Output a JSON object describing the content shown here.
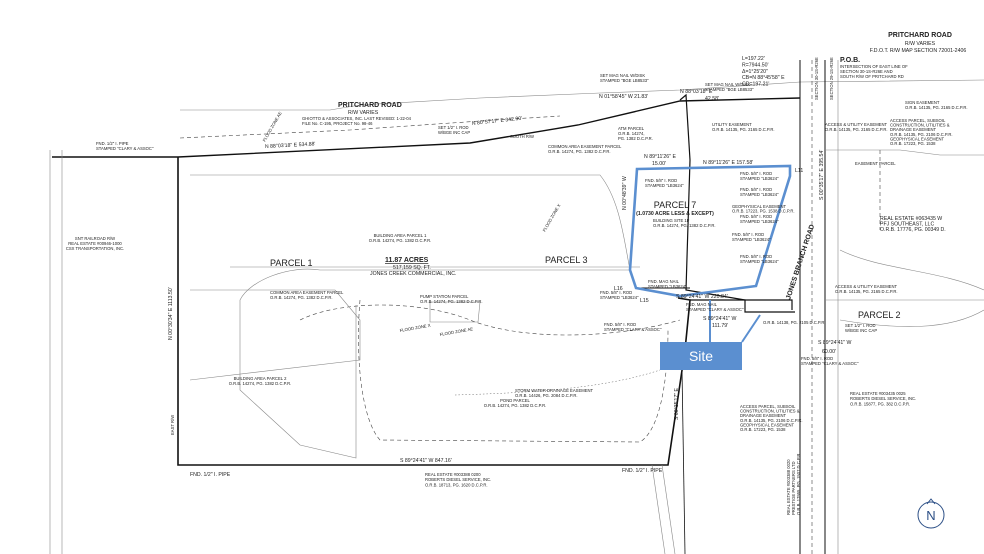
{
  "colors": {
    "highlight": "#5b8fd0",
    "site_box": "#5b8fd0",
    "north": "#2c4f86",
    "lines": "#111111"
  },
  "labels": {
    "pritchard_right": "PRITCHARD ROAD",
    "rw_varies_right": "R/W VARIES",
    "fdot_map": "F.D.O.T. R/W MAP SECTION 72001-2406",
    "pob": "P.O.B.",
    "pob_desc": [
      "INTERSECTION OF EAST LINE OF",
      "SECTION 30-1S-R26E AND",
      "SOUTH R/W OF PRITCHARD RD"
    ],
    "curve": [
      "L=197.22'",
      "R=7944.50'",
      "Δ=1°25'20\"",
      "CB=N 88°45'58\" E",
      "CD=197.21'"
    ],
    "set_mag_nail_top": [
      "SET MAG NAIL W/DISK",
      "STAMPED \"BGE LB8533\""
    ],
    "n01": "N 01°58'45\" W  21.83'",
    "n88_a": "N 88°03'18\" E",
    "n88_a_dist": "42.58'",
    "set_mag_nail_right": [
      "SET MAG NAIL W/DISK",
      "STAMPED \"BGE LB8533\""
    ],
    "pritchard_left": "PRITCHARD ROAD",
    "rw_varies_left": "R/W VARIES",
    "ghiotto": [
      "GHIOTTO & ASSOCIATES, INC. LAST REVISED: 1-22-04",
      "FILE No. C-195, PROJECT No. 98-46"
    ],
    "set_iron_cap": [
      "SET 1/2\" I. ROD",
      "W/BGE INC CAP"
    ],
    "n80": "N 80°57'17\" E  342.90'",
    "south_rw": "SOUTH R/W",
    "n88_b": "N 88°03'18\" E  534.88'",
    "fnd_pipe_top": [
      "FND. 1/2\" I. PIPE",
      "STAMPED \"CLARY & ASSOC\""
    ],
    "common_area_easement_top": [
      "COMMON AREA EASEMENT PARCEL",
      "O.R.B. 14274, PG. 1382 D.C.P.R."
    ],
    "atm_parcel": [
      "ATM PARCEL",
      "O.R.B. 14274,",
      "PG. 1382 D.C.P.R."
    ],
    "n89": "N 89°11'26\" E",
    "n89_dist": "15.00'",
    "n89_b": "N 89°11'26\" E  157.58'",
    "parcel7": "PARCEL 7",
    "parcel7_sub": "(1.0730 ACRE LESS & EXCEPT)",
    "parcel7_detail": [
      "BUILDING SITE 1F",
      "O.R.B. 14274, PG. 1382 D.C.P.R."
    ],
    "jones_branch": "JONES BRANCH ROAD",
    "section_east": "SECTION 30-1S-R26E",
    "section_west": "SECTION 29-1S-R26E",
    "s00": "S 00°35'17\" E  395.54'",
    "fnd_rod_blocks": [
      [
        "FND. 5/8\" I. ROD",
        "STAMPED \"LB3624\""
      ],
      [
        "FND. 5/8\" I. ROD",
        "STAMPED \"LB3624\""
      ],
      [
        "FND. 5/8\" I. ROD",
        "STAMPED \"LB3624\""
      ],
      [
        "FND. 5/8\" I. ROD",
        "STAMPED \"LB3624\""
      ],
      [
        "FND. 5/8\" I. ROD",
        "STAMPED \"LB3624\""
      ],
      [
        "FND. 5/8\" I. ROD",
        "STAMPED \"LB3624\""
      ]
    ],
    "geo_easement": [
      "GEOPHYSICAL EASEMENT",
      "O.R.B. 17223, PG. 1538 D.C.P.R."
    ],
    "l11": "L11",
    "parcel1": "PARCEL 1",
    "parcel3": "PARCEL 3",
    "parcel2": "PARCEL 2",
    "acres": "11.87 ACRES",
    "sqft": "517,159 SQ. FT.",
    "owner": "JONES CREEK COMMERCIAL, INC.",
    "bldg_parcel1": [
      "BUILDING AREA PARCEL 1",
      "O.R.B. 14274, PG. 1382 D.C.P.R."
    ],
    "rail_estate": [
      "SNT RAILROAD R/W",
      "REAL ESTATE #00946-1000",
      "CSX TRANSPORTATION, INC."
    ],
    "common_area_easement_mid": [
      "COMMON AREA EASEMENT PARCEL",
      "O.R.B. 14274, PG. 1382 D.C.P.R."
    ],
    "pump_station": [
      "PUMP STATION PARCEL",
      "O.R.B. 14274, PG. 1382 D.C.P.R."
    ],
    "n00_left": "N 00°30'34\" E  1113.50'",
    "n00_mid": "N 00°48'39\" W",
    "east_rw": "EAST R/W",
    "bldg_parcel2": [
      "BUILDING AREA PARCEL 2",
      "O.R.B. 14274, PG. 1382 D.C.P.R."
    ],
    "storm_easement": [
      "STORM WATER DRAINAGE EASEMENT",
      "O.R.B. 14426, PG. 2084 D.C.P.R."
    ],
    "pond_parcel": [
      "POND PARCEL",
      "O.R.B. 14274, PG. 1382 D.C.P.R."
    ],
    "fnd_mag_nail": [
      "FND. MAG NAIL",
      "STAMPED \"LB3624\""
    ],
    "l16": "L16",
    "l15": "L15",
    "s89_top": "S 89°24'41\" W  220.84'",
    "fnd_rod_mid": [
      "FND. 5/8\" I. ROD",
      "STAMPED \"LB3624\""
    ],
    "fnd_mag_nail_2": [
      "FND. MAG NAIL",
      "STAMPED \"CLARY & ASSOC\""
    ],
    "s89_mid": "S 89°24'41\" W",
    "s89_mid_dist": "111.79'",
    "fnd_rod_clary": [
      "FND. 5/8\" I. ROD",
      "STAMPED \"CLARY & ASSOC\""
    ],
    "s89_right": "S 89°24'41\" W",
    "s89_right_dist": "60.00'",
    "set_rod_right": [
      "SET 1/2\" I. ROD",
      "W/BGE INC CAP"
    ],
    "fnd_rod_clary_2": [
      "FND. 5/8\" I. ROD",
      "STAMPED \"CLARY & ASSOC\""
    ],
    "orb_right": "O.R.B. 14138, PG. 2105 D.C.P.R.",
    "s00_mid": "S 00°35'17\" E",
    "s89_bottom": "S 89°24'41\" W  847.16'",
    "fnd_pipe_bottom_left": "FND. 1/2\" I. PIPE",
    "fnd_pipe_bottom_mid": "FND. 1/2\" I. PIPE",
    "real_estate_bottom": [
      "REAL ESTATE #003388 0200",
      "ROBERTS DIESEL SERVICE, INC.",
      "O.R.B. 18713, PG. 1620 D.C.P.R."
    ],
    "real_estate_right": [
      "REAL ESTATE #003435 0025",
      "ROBERTS DIESEL SERVICE, INC.",
      "O.R.B. 15877, PG. 382 D.C.P.R."
    ],
    "real_estate_top_right": [
      "REAL ESTATE #063435 W",
      "PFJ SOUTHEAST, LLC",
      "O.R.B. 17776, PG. 00349 D."
    ],
    "real_estate_vertical": [
      "REAL ESTATE #003388 0020",
      "PRESTIGE PARTNERS LTD",
      "O.R.B. 17955, PG. 1507 D.C.P.R."
    ],
    "access_easement": [
      "ACCESS & UTILITY EASEMENT",
      "O.R.B. 14135, PG. 2165 D.C.P.R."
    ],
    "access_easement_2": [
      "ACCESS & UTILITY EASEMENT",
      "O.R.B. 14135, PG. 2165 D.C.P.R."
    ],
    "access_parcel": [
      "ACCESS PARCEL, SUBSOIL",
      "CONSTRUCTION, UTILITIES &",
      "DRAINAGE EASEMENT",
      "O.R.B. 14135, PG. 2106 D.C.P.R.",
      "GEOPHYSICAL EASEMENT",
      "O.R.B. 17223, PG. 1538"
    ],
    "access_parcel_2": [
      "ACCESS PARCEL, SUBSOIL",
      "CONSTRUCTION, UTILITIES &",
      "DRAINAGE EASEMENT",
      "O.R.B. 14135, PG. 2106 D.C.P.R.",
      "GEOPHYSICAL EASEMENT",
      "O.R.B. 17223, PG. 1538"
    ],
    "utility_easement": [
      "UTILITY EASEMENT",
      "O.R.B. 14135, PG. 2165 D.C.P.R."
    ],
    "sign_easement": [
      "SIGN EASEMENT",
      "O.R.B. 14135, PG. 2165 D.C.P.R."
    ],
    "flood_zones": [
      "FLOOD ZONE X",
      "FLOOD ZONE AE",
      "FLOOD ZONE X",
      "FLOOD ZONE AE"
    ],
    "easement_parcel": "EASEMENT PARCEL",
    "site": "Site",
    "north": "N"
  }
}
